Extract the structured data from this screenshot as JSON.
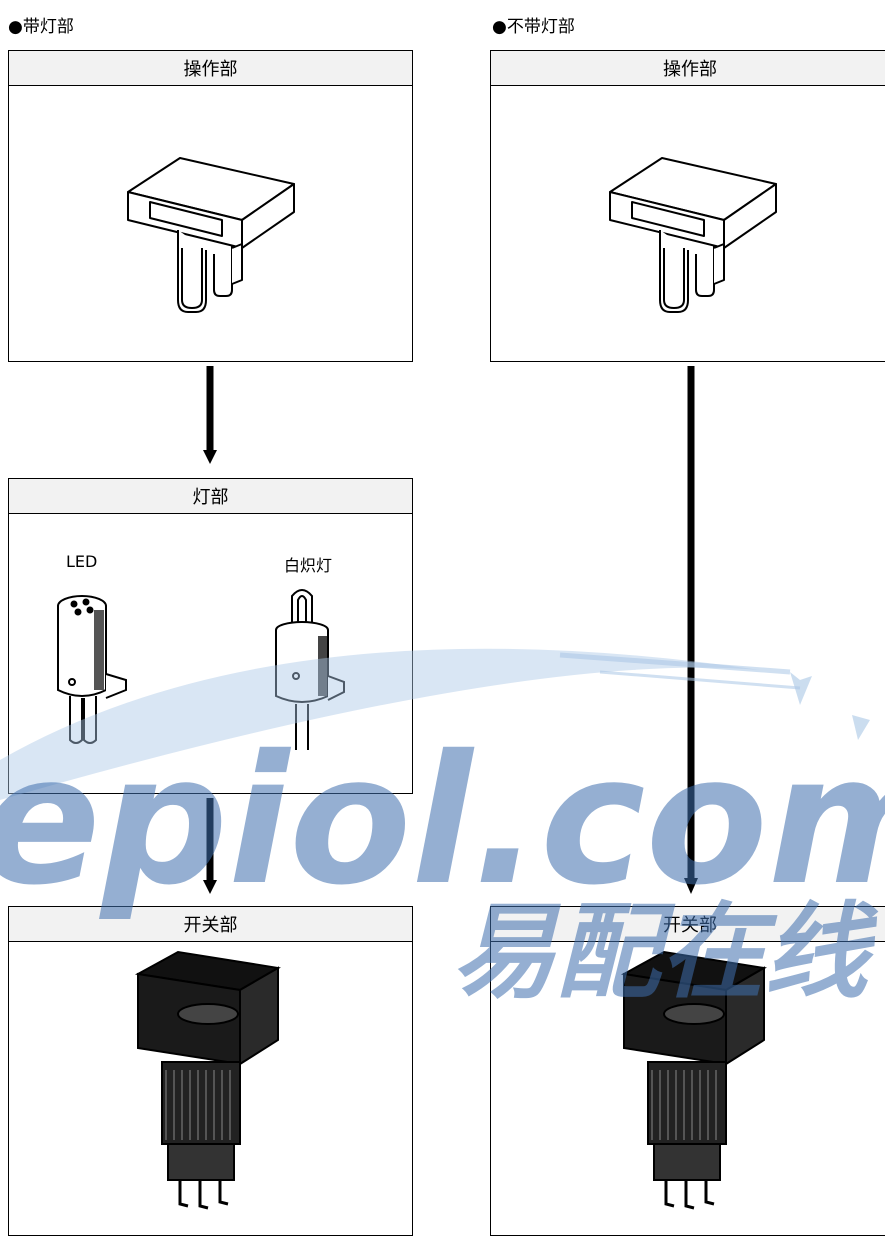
{
  "left": {
    "heading": "●带灯部",
    "operation": {
      "title": "操作部"
    },
    "lamp": {
      "title": "灯部",
      "led_label": "LED",
      "incandescent_label": "白炽灯"
    },
    "switch": {
      "title": "开关部"
    }
  },
  "right": {
    "heading": "●不带灯部",
    "operation": {
      "title": "操作部"
    },
    "switch": {
      "title": "开关部"
    }
  },
  "watermark": {
    "domain": "epiol.com",
    "cn": "易配在线"
  },
  "colors": {
    "watermark": "#3f6fae",
    "watermark_swoosh": "#aac7e6",
    "box_header": "#f2f2f2"
  },
  "icons": [
    "button-cap-icon",
    "led-lamp-icon",
    "incandescent-lamp-icon",
    "switch-body-icon",
    "arrow-down-icon"
  ]
}
